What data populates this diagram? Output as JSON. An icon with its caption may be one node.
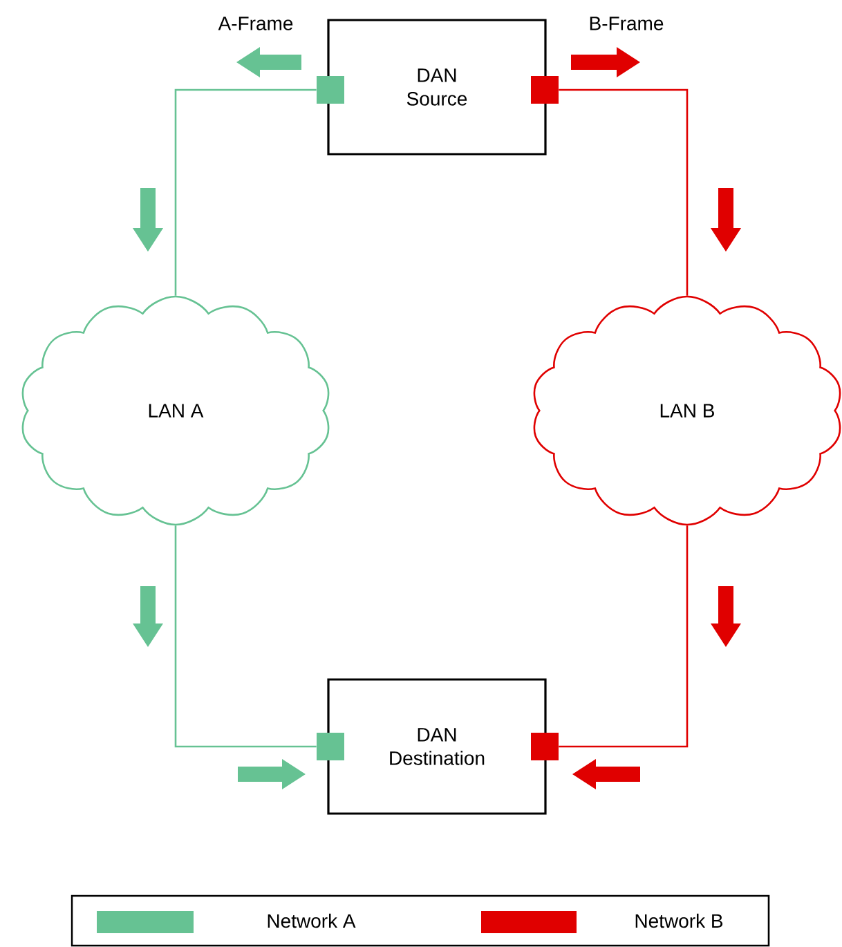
{
  "diagram": {
    "nodes": [
      {
        "text": [
          "DAN Source"
        ]
      },
      {
        "text": [],
        "shape": "box"
      },
      {
        "text": [],
        "shape": "box"
      },
      {
        "text": [
          "LAN A"
        ]
      },
      {
        "text": [
          "LAN B"
        ]
      },
      {
        "text": [
          "DAN Destination"
        ]
      },
      {
        "text": [],
        "shape": "box"
      },
      {
        "text": [],
        "shape": "box"
      }
    ],
    "edges": [
      {
        "from": 1,
        "to": 3,
        "arrow": "none",
        "color": "#66c293"
      },
      {
        "from": 3,
        "to": 6,
        "arrow": "none",
        "color": "#66c293"
      },
      {
        "from": 2,
        "to": 4,
        "arrow": "none",
        "color": "#e00000"
      },
      {
        "from": 4,
        "to": 7,
        "arrow": "none",
        "color": "#e00000"
      }
    ],
    "labels": [
      "A-Frame",
      "B-Frame"
    ],
    "legend": [
      {
        "text": "Network A",
        "color": "#66c293"
      },
      {
        "text": "Network B",
        "color": "#e00000"
      }
    ]
  }
}
